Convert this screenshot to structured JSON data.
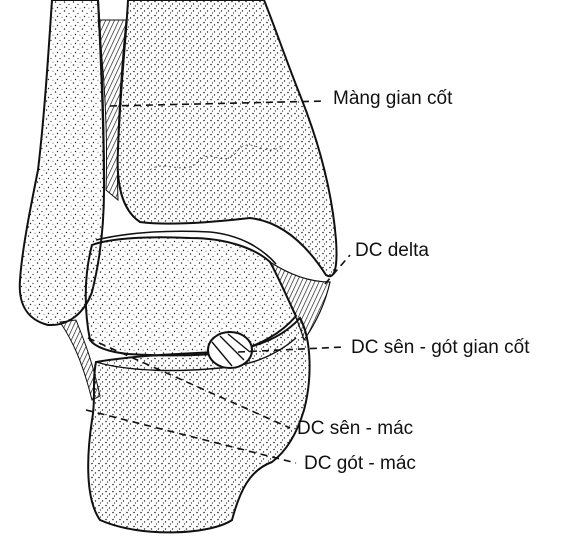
{
  "labels": [
    {
      "id": "interosseous-membrane",
      "text": "Màng gian cốt"
    },
    {
      "id": "deltoid-ligament",
      "text": "DC delta"
    },
    {
      "id": "interosseous-talocalcaneal-ligament",
      "text": "DC sên - gót gian cốt"
    },
    {
      "id": "talofibular-ligament",
      "text": "DC sên - mác"
    },
    {
      "id": "calcaneofibular-ligament",
      "text": "DC gót - mác"
    }
  ]
}
